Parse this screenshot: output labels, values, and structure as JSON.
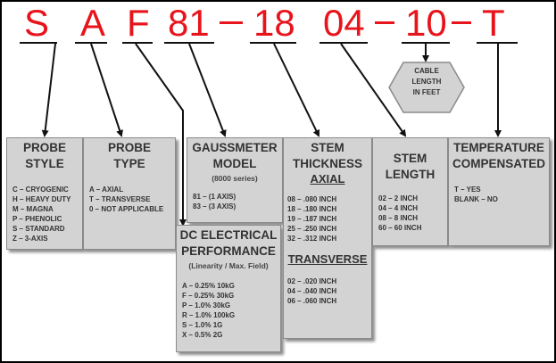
{
  "part_number": {
    "s": "S",
    "a": "A",
    "f": "F",
    "model": "81",
    "stem_thickness": "18",
    "stem_length": "04",
    "cable": "10",
    "t": "T"
  },
  "cable": {
    "line1": "CABLE",
    "line2": "LENGTH",
    "line3": "IN FEET"
  },
  "probe_style": {
    "title1": "PROBE",
    "title2": "STYLE",
    "items": [
      "C – CRYOGENIC",
      "H – HEAVY DUTY",
      "M – MAGNA",
      "P – PHENOLIC",
      "S – STANDARD",
      "Z – 3-AXIS"
    ]
  },
  "probe_type": {
    "title1": "PROBE",
    "title2": "TYPE",
    "items": [
      "A – AXIAL",
      "T – TRANSVERSE",
      "0 – NOT APPLICABLE"
    ]
  },
  "gaussmeter": {
    "title1": "GAUSSMETER",
    "title2": "MODEL",
    "subtitle": "(8000 series)",
    "items": [
      "81 – (1 AXIS)",
      "83 – (3 AXIS)"
    ]
  },
  "dc_performance": {
    "title1": "DC ELECTRICAL",
    "title2": "PERFORMANCE",
    "subtitle": "(Linearity / Max. Field)",
    "items": [
      "A – 0.25%  10kG",
      "F – 0.25%  30kG",
      "P – 1.0%  30kG",
      "R – 1.0%  100kG",
      "S – 1.0%  1G",
      "X – 0.5%  2G"
    ]
  },
  "stem_thickness": {
    "title1": "STEM",
    "title2": "THICKNESS",
    "axial_label": "AXIAL",
    "axial": [
      "08 – .080 INCH",
      "18 – .180 INCH",
      "19 – .187 INCH",
      "25 – .250 INCH",
      "32 – .312 INCH"
    ],
    "transverse_label": "TRANSVERSE",
    "transverse": [
      "02 – .020 INCH",
      "04 – .040 INCH",
      "06 – .060 INCH"
    ]
  },
  "stem_length": {
    "title1": "STEM",
    "title2": "LENGTH",
    "items": [
      "02 – 2 INCH",
      "04 – 4 INCH",
      "08 – 8 INCH",
      "60 – 60 INCH"
    ]
  },
  "temperature": {
    "title1": "TEMPERATURE",
    "title2": "COMPENSATED",
    "items": [
      "T – YES",
      "BLANK – NO"
    ]
  },
  "colors": {
    "part_number": "#e8141b",
    "box_fill": "#d3d3d3",
    "box_border": "#8a8a8a"
  }
}
